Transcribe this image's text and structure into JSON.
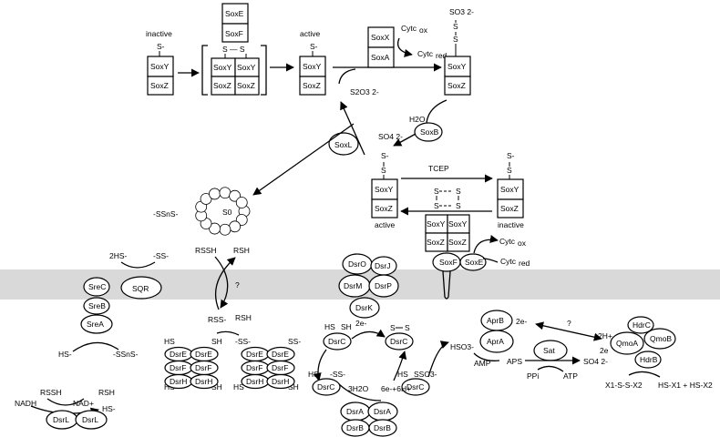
{
  "t": {
    "inactive": "inactive",
    "active": "active",
    "soxE": "SoxE",
    "soxF": "SoxF",
    "soxY": "SoxY",
    "soxZ": "SoxZ",
    "soxX": "SoxX",
    "soxA": "SoxA",
    "soxB": "SoxB",
    "soxL": "SoxL",
    "cytc": "Cytc",
    "ox": "ox",
    "red": "red",
    "sminus": "S-",
    "s": "S",
    "ssDash": "S — S",
    "so3": "SO3 2-",
    "s2o3": "S2O3 2-",
    "h2o": "H2O",
    "so4": "SO4 2-",
    "tcep": "TCEP",
    "s0": "S0",
    "ssns": "-SSnS-",
    "hs2": "2HS-",
    "ss": "-SS-",
    "sqr": "SQR",
    "rssh": "RSSH",
    "rsh": "RSH",
    "rss": "RSS-",
    "q": "?",
    "sreC": "SreC",
    "sreB": "SreB",
    "sreA": "SreA",
    "hs": "HS-",
    "ssns2": "-SSnS-",
    "dsrE": "DsrE",
    "dsrF": "DsrF",
    "dsrH": "DsrH",
    "dsrO": "DsrO",
    "dsrJ": "DsrJ",
    "dsrM": "DsrM",
    "dsrP": "DsrP",
    "dsrK": "DsrK",
    "dsrC": "DsrC",
    "dsrA": "DsrA",
    "dsrB": "DsrB",
    "dsrL": "DsrL",
    "sh": "SH",
    "hsl": "HS",
    "sslbl": "SS-",
    "e2": "2e-",
    "h3o": "3H2O",
    "e6": "6e-+6H+",
    "sso3": "SSO3-",
    "hso3": "HSO3-",
    "aprB": "AprB",
    "aprA": "AprA",
    "amp": "AMP",
    "aps": "APS",
    "sat": "Sat",
    "ppi": "PPi",
    "atp": "ATP",
    "hdrC": "HdrC",
    "qmoA": "QmoA",
    "qmoB": "QmoB",
    "hdrB": "HdrB",
    "h2": "2H+",
    "e2b": "2e",
    "x1": "X1-S-S-X2",
    "x2": "HS-X1 + HS-X2",
    "nadh": "NADH",
    "nad": "NAD+",
    "hsm": "HS-"
  }
}
